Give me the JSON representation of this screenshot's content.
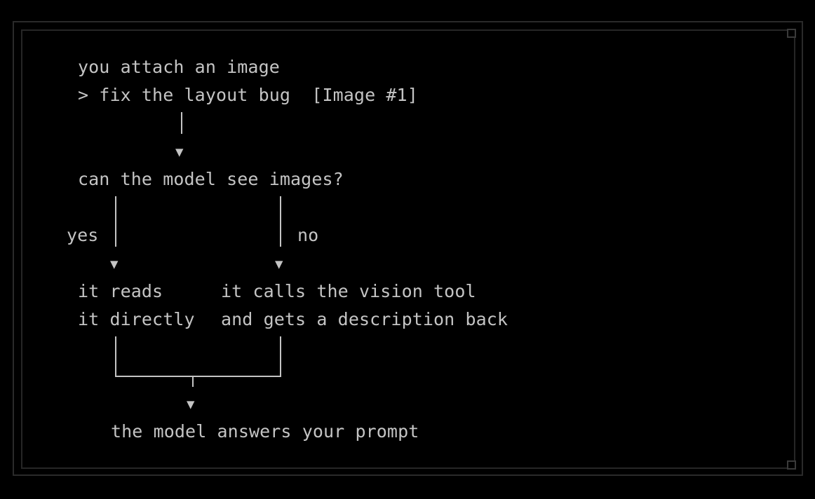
{
  "diagram": {
    "step_attach_title": "you attach an image",
    "step_attach_prompt": "> fix the layout bug  [Image #1]",
    "question": "can the model see images?",
    "branch_yes_label": "yes",
    "branch_no_label": "no",
    "yes_result_line1": "it reads",
    "yes_result_line2": "it directly",
    "no_result_line1": "it calls the vision tool",
    "no_result_line2": "and gets a description back",
    "final_step": "the model answers your prompt",
    "arrow_glyph": "▼"
  },
  "colors": {
    "background": "#000000",
    "text": "#c4c4c4",
    "frame": "#2a2a2a"
  }
}
